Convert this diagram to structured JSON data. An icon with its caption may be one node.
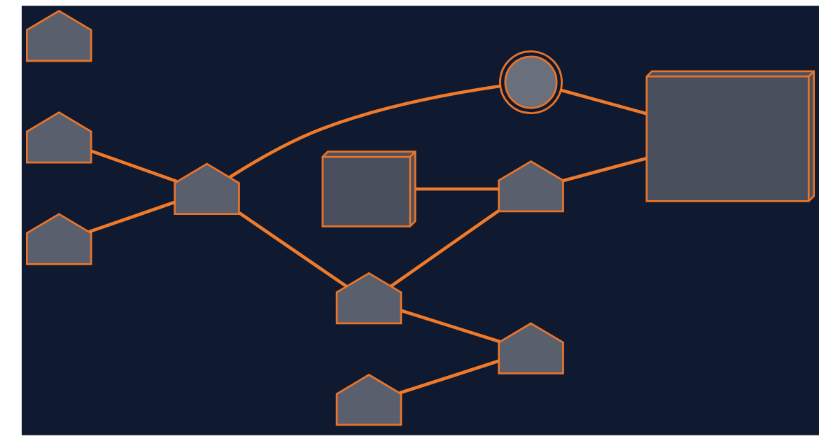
{
  "diagram": {
    "nodes": [
      {
        "text": [],
        "shape": "building"
      },
      {
        "text": [],
        "shape": "building"
      },
      {
        "text": [],
        "shape": "building"
      },
      {
        "text": [],
        "shape": "building"
      },
      {
        "text": [],
        "shape": "gear"
      },
      {
        "text": [],
        "shape": "building"
      },
      {
        "text": [],
        "shape": "building"
      },
      {
        "text": [],
        "shape": "factory"
      },
      {
        "text": [],
        "shape": "building"
      },
      {
        "text": [],
        "shape": "building"
      },
      {
        "text": [],
        "shape": "factory"
      }
    ],
    "edges": [
      {
        "from": 0,
        "to": 3,
        "arrow": "none"
      },
      {
        "from": 1,
        "to": 3,
        "arrow": "none"
      },
      {
        "from": 3,
        "to": 5,
        "arrow": "none"
      },
      {
        "from": 3,
        "to": 4,
        "arrow": "none"
      },
      {
        "from": 4,
        "to": 10,
        "arrow": "none"
      },
      {
        "from": 5,
        "to": 6,
        "arrow": "none"
      },
      {
        "from": 5,
        "to": 8,
        "arrow": "none"
      },
      {
        "from": 7,
        "to": 6,
        "arrow": "none"
      },
      {
        "from": 6,
        "to": 10,
        "arrow": "none"
      },
      {
        "from": 9,
        "to": 8,
        "arrow": "none"
      }
    ]
  }
}
